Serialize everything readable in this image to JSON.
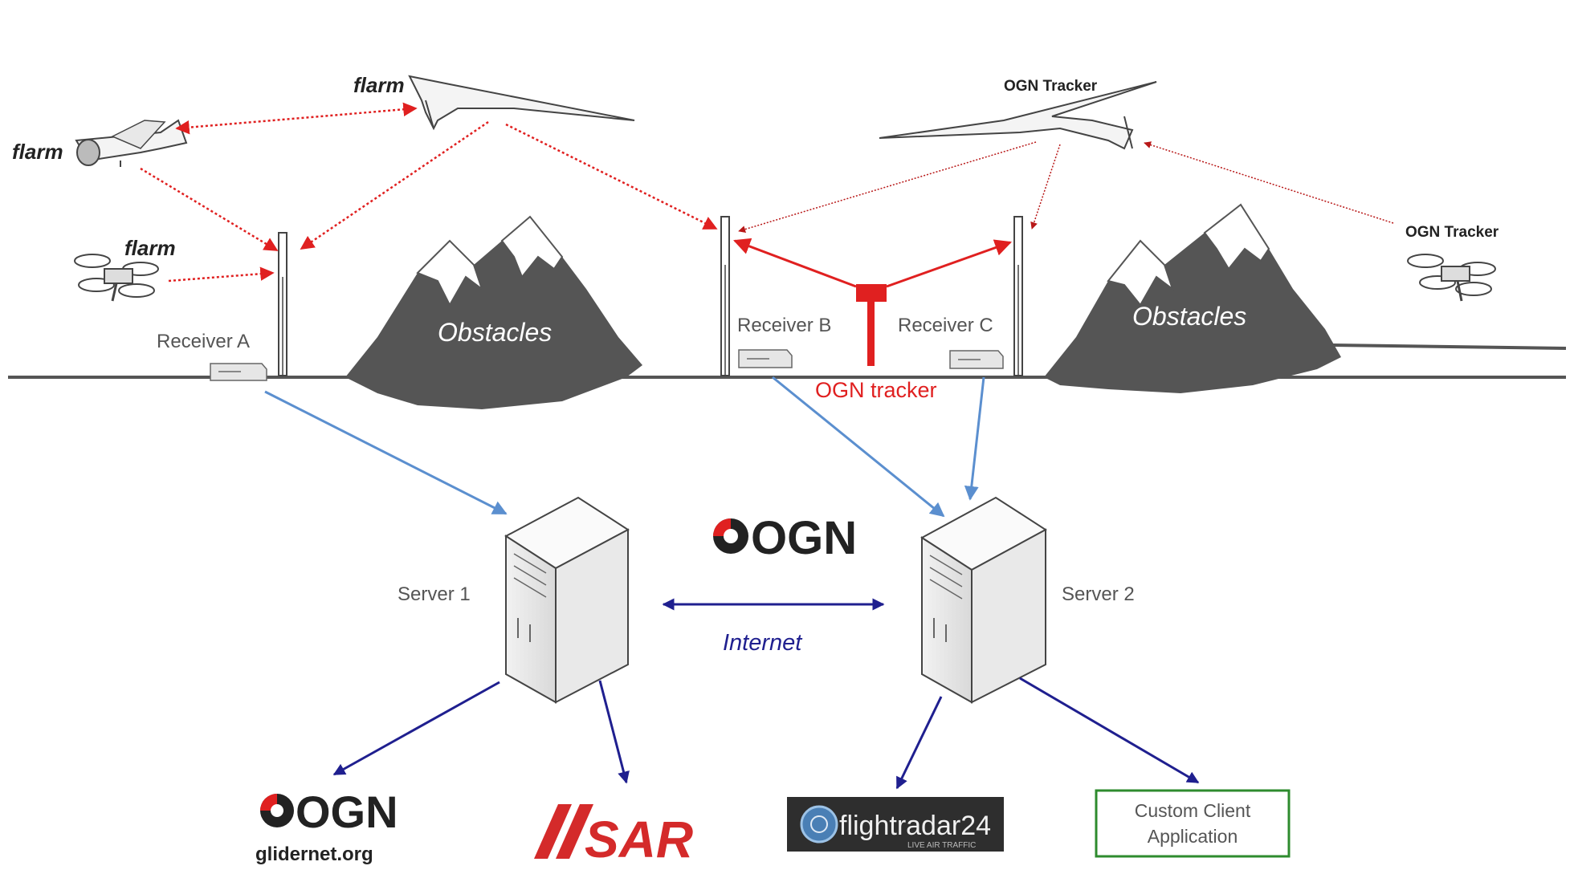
{
  "labels": {
    "flarm": "flarm",
    "ogn_tracker_top": "OGN Tracker",
    "ogn_tracker_right": "OGN Tracker",
    "receiver_a": "Receiver A",
    "receiver_b": "Receiver B",
    "receiver_c": "Receiver C",
    "obstacles": "Obstacles",
    "ogn_tracker_ground": "OGN tracker",
    "server_1": "Server 1",
    "server_2": "Server 2",
    "internet": "Internet",
    "ogn_logo": "OGN",
    "glidernet_ogn": "OGN",
    "glidernet_url": "glidernet.org",
    "sar": "SAR",
    "flightradar_main": "flightradar24",
    "flightradar_sub": "LIVE AIR TRAFFIC",
    "custom_client_line1": "Custom Client",
    "custom_client_line2": "Application"
  },
  "colors": {
    "radio_link": "#e02020",
    "network_link": "#5b8fcf",
    "internet_link": "#1f1f8f",
    "mountain": "#555555",
    "client_border": "#2e8b2e",
    "sar_red": "#d42a2a"
  }
}
